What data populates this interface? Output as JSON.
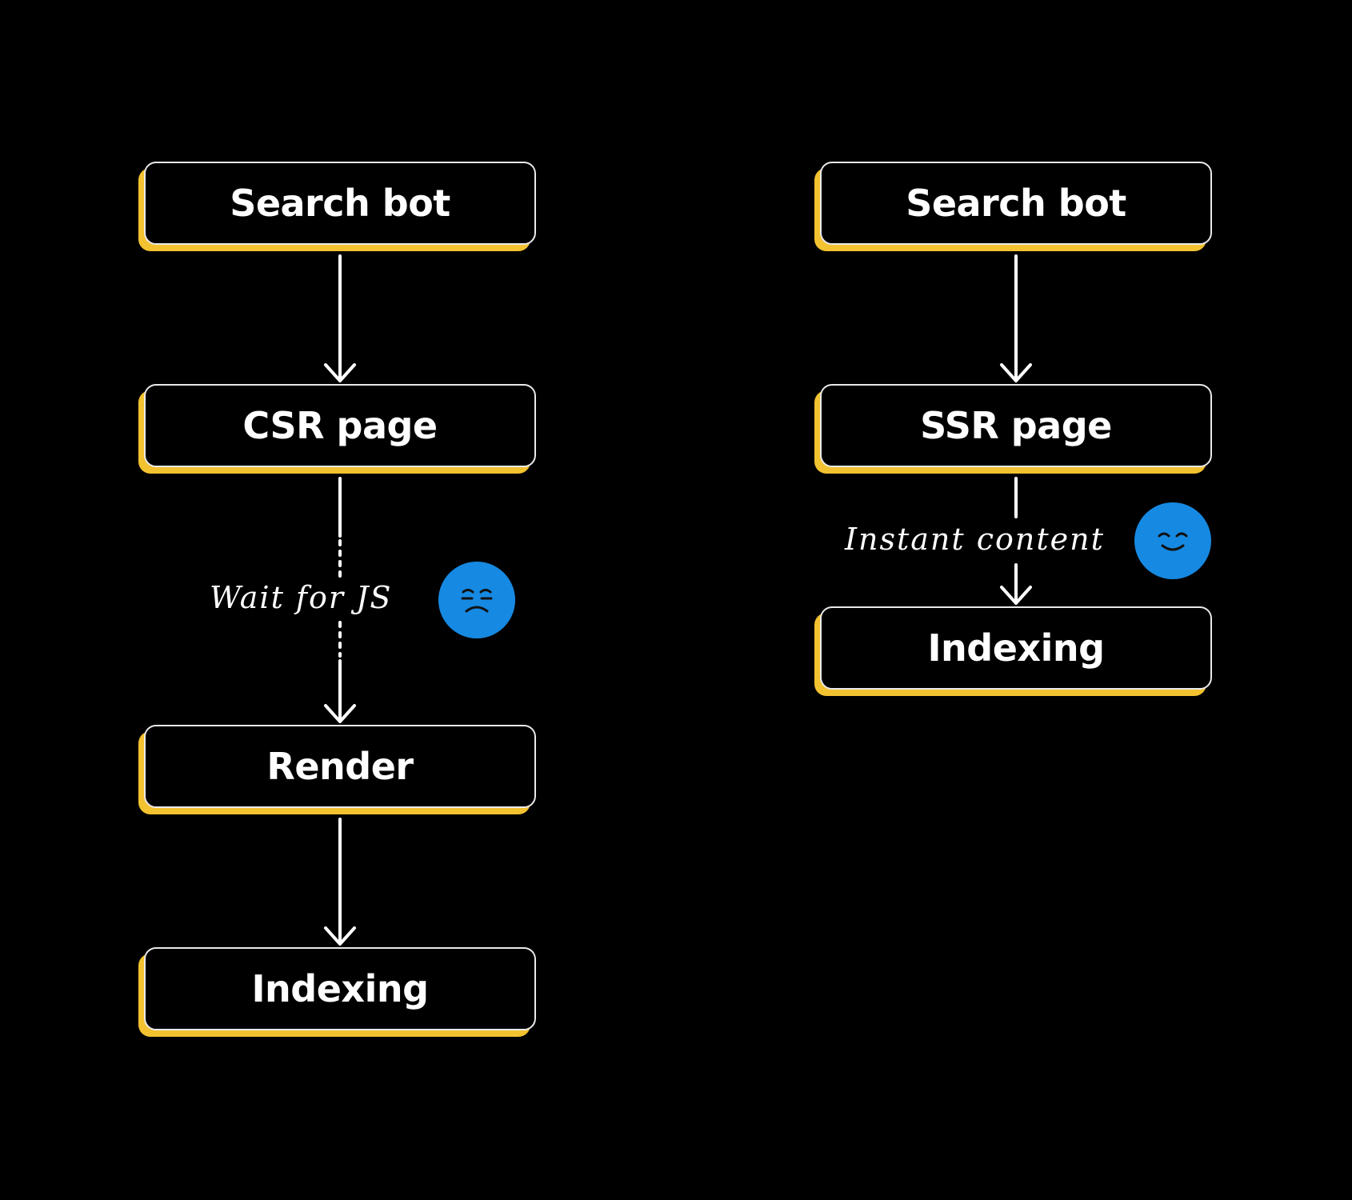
{
  "colors": {
    "background": "#000000",
    "box_accent": "#f2c230",
    "box_border": "#e9e9e9",
    "face": "#1689e2",
    "text": "#ffffff"
  },
  "csr_flow": {
    "steps": [
      "Search bot",
      "CSR page",
      "Render",
      "Indexing"
    ],
    "annotation": "Wait for JS",
    "face_icon": "sad-face-icon"
  },
  "ssr_flow": {
    "steps": [
      "Search bot",
      "SSR page",
      "Indexing"
    ],
    "annotation": "Instant content",
    "face_icon": "happy-face-icon"
  }
}
